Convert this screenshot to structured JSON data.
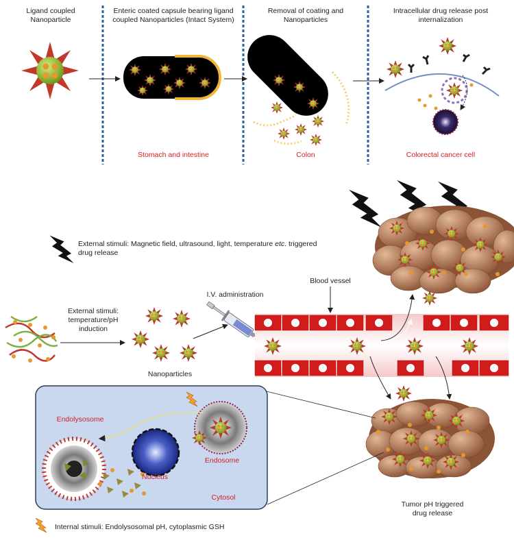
{
  "top_panel": {
    "step1": {
      "title_line1": "Ligand coupled",
      "title_line2": "Nanoparticle"
    },
    "step2": {
      "title_line1": "Enteric coated capsule bearing ligand",
      "title_line2": "coupled Nanoparticles (Intact System)",
      "site": "Stomach and intestine"
    },
    "step3": {
      "title_line1": "Removal of coating and",
      "title_line2": "Nanoparticles",
      "site": "Colon"
    },
    "step4": {
      "title_line1": "Intracellular drug release post",
      "title_line2": "internalization",
      "site": "Colorectal cancer cell"
    }
  },
  "bottom_panel": {
    "external_stimuli_prefix": "External stimuli: Magnetic field, ultrasound, light, temperature ",
    "external_stimuli_etc": "etc",
    "external_stimuli_suffix": ". triggered",
    "external_stimuli_line2": "drug release",
    "ext_induction_line1": "External stimuli:",
    "ext_induction_line2": "temperature/pH",
    "ext_induction_line3": "induction",
    "iv_label": "I.V. administration",
    "blood_vessel_label": "Blood vessel",
    "nanoparticles_label": "Nanoparticles",
    "cell": {
      "endolysosome": "Endolysosome",
      "nucleus": "Nucleus",
      "endosome": "Endosome",
      "cytosol": "Cytosol"
    },
    "tumor_ph_line1": "Tumor pH triggered",
    "tumor_ph_line2": "drug release",
    "internal_stimuli": "Internal stimuli: Endolysosomal pH, cytoplasmic GSH"
  },
  "colors": {
    "site_label": "#d42020",
    "divider": "#2a5ea8",
    "particle": "#9dc23b",
    "spike": "#c23a2a",
    "tumor": "#b07650",
    "cell_bg": "#c9d8ef"
  }
}
